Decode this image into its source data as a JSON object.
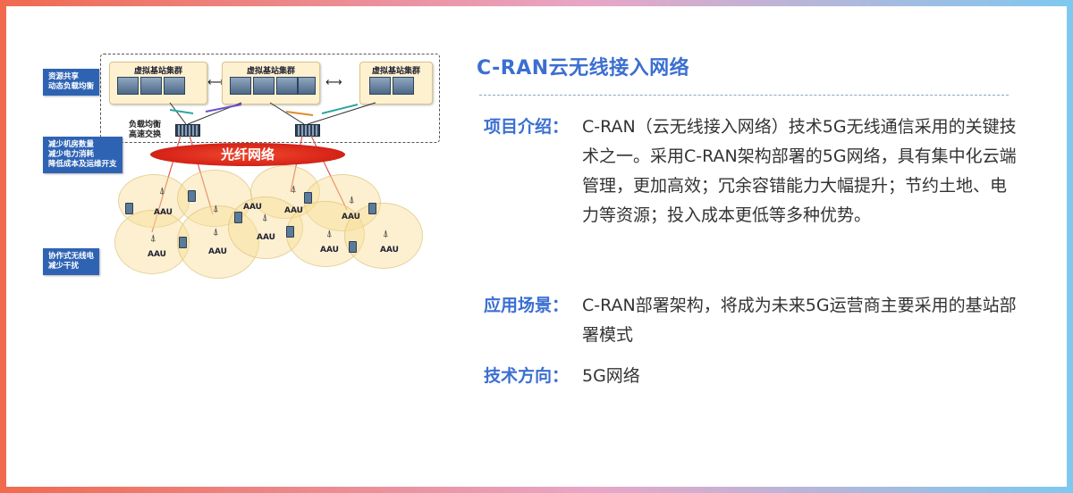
{
  "diagram": {
    "clusters": [
      "虚拟基站集群",
      "虚拟基站集群",
      "虚拟基站集群"
    ],
    "notes": {
      "resource": [
        "资源共享",
        "动态负载均衡"
      ],
      "reduce": [
        "减少机房数量",
        "减少电力消耗",
        "降低成本及运维开支"
      ],
      "cooperate": [
        "协作式无线电",
        "减少干扰"
      ]
    },
    "switch_label": [
      "负载均衡",
      "高速交换"
    ],
    "fiber_label": "光纤网络",
    "aau_label": "AAU"
  },
  "panel": {
    "title": "C-RAN云无线接入网络",
    "sections": [
      {
        "label": "项目介绍：",
        "value": "C-RAN（云无线接入网络）技术5G无线通信采用的关键技术之一。采用C-RAN架构部署的5G网络，具有集中化云端管理，更加高效；冗余容错能力大幅提升；节约土地、电力等资源；投入成本更低等多种优势。"
      },
      {
        "label": "应用场景：",
        "value": "C-RAN部署架构，将成为未来5G运营商主要采用的基站部署模式"
      },
      {
        "label": "技术方向：",
        "value": "5G网络"
      }
    ]
  },
  "colors": {
    "accent": "#3b6fd1",
    "fiber": "#d9261a",
    "note_bg": "#2e63b4"
  }
}
